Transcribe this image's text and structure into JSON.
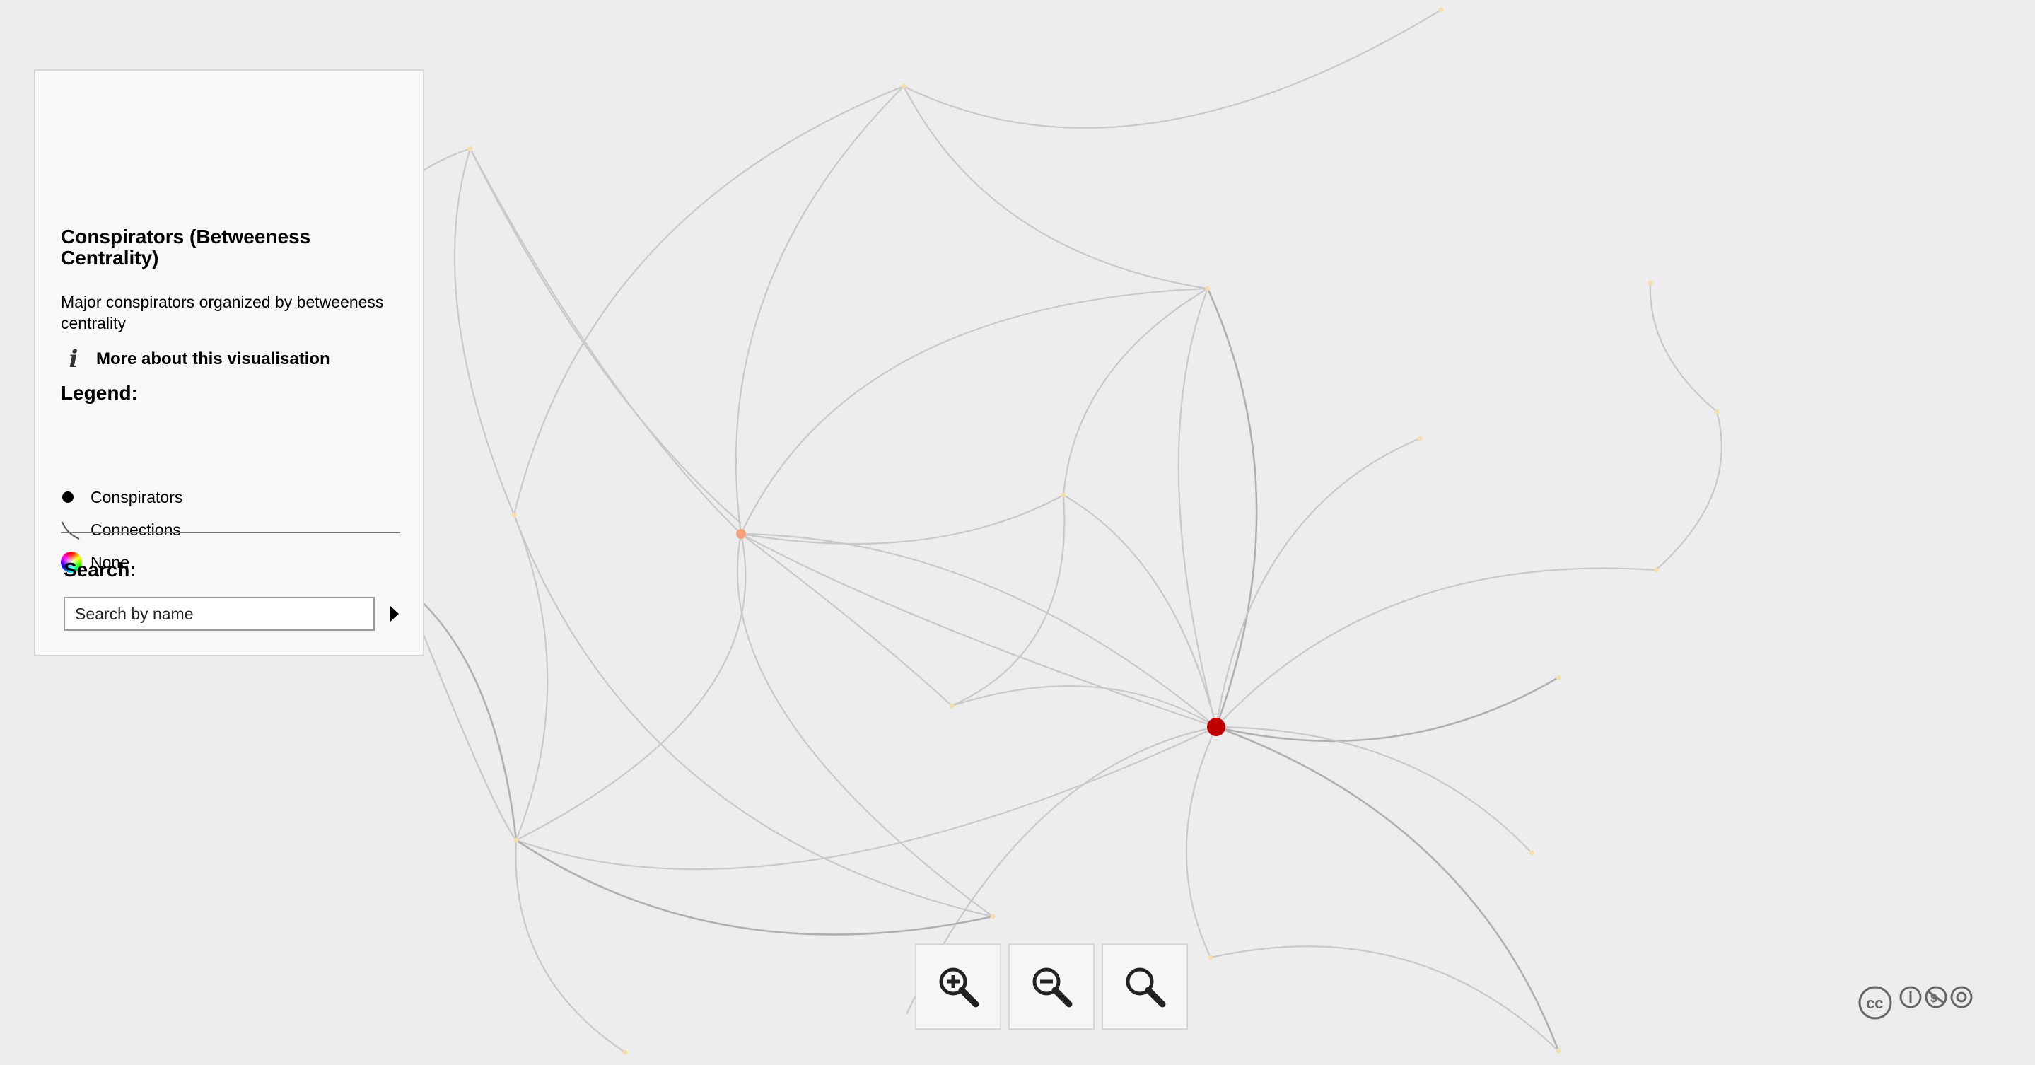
{
  "panel": {
    "title": "Conspirators (Betweeness Centrality)",
    "description": "Major conspirators organized by betweeness centrality",
    "more_link": "More about this visualisation",
    "legend_title": "Legend:",
    "legend": [
      {
        "label": "Conspirators",
        "icon": "black-dot"
      },
      {
        "label": "Connections",
        "icon": "curved-line"
      },
      {
        "label": "None",
        "icon": "color-wheel"
      }
    ],
    "search_title": "Search:",
    "search_placeholder": "Search by name"
  },
  "zoom_controls": {
    "zoom_in_icon": "zoom-in-magnifier",
    "zoom_out_icon": "zoom-out-magnifier",
    "reset_icon": "magnifier"
  },
  "license_icon": "creative-commons-by-nc-sa",
  "colors": {
    "background": "#ededed",
    "edge": "#c9c9c9",
    "node_default": "#f3dfae",
    "node_high": "#c00000",
    "node_mid": "#f4a27c"
  }
}
